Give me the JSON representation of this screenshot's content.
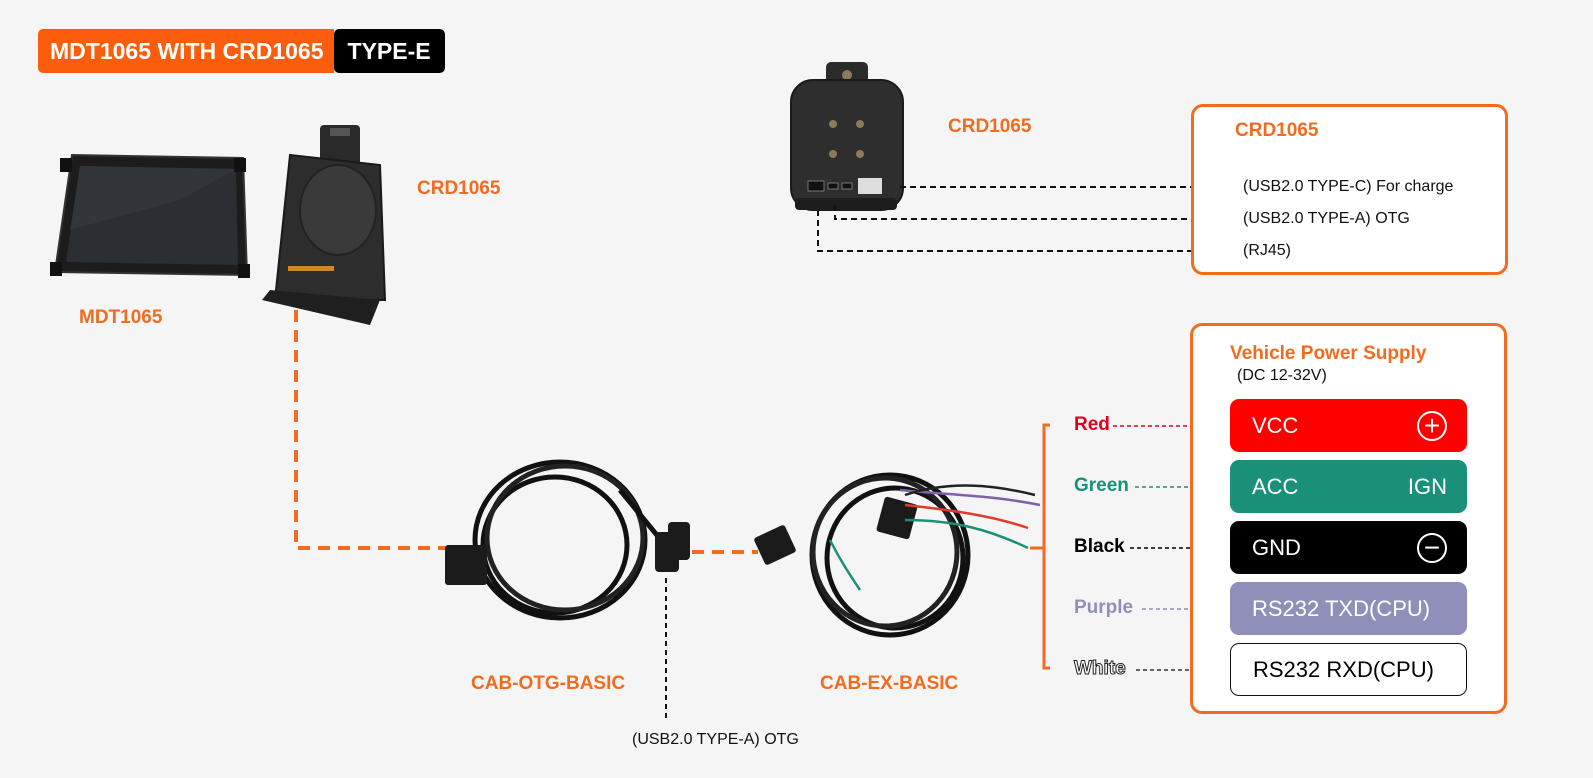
{
  "title": {
    "main": "MDT1065 WITH CRD1065",
    "tag": "TYPE-E"
  },
  "devices": {
    "tablet_label": "MDT1065",
    "cradle_label": "CRD1065",
    "cradle_back_label": "CRD1065",
    "otg_cable_label": "CAB-OTG-BASIC",
    "ex_cable_label": "CAB-EX-BASIC"
  },
  "otg_port_note": "(USB2.0 TYPE-A)  OTG",
  "crd_panel": {
    "title": "CRD1065",
    "ports": [
      {
        "label": "(USB2.0 TYPE-C)  For charge"
      },
      {
        "label": "(USB2.0 TYPE-A)  OTG"
      },
      {
        "label": "(RJ45)"
      }
    ]
  },
  "power_panel": {
    "title": "Vehicle Power Supply",
    "subtitle": "(DC 12-32V)",
    "pins": [
      {
        "wire": "Red",
        "label": "VCC",
        "right": "+",
        "right_type": "symbol",
        "color": "#ff0000",
        "wire_color": "#e3001b"
      },
      {
        "wire": "Green",
        "label": "ACC",
        "right": "IGN",
        "right_type": "text",
        "color": "#1a9078",
        "wire_color": "#1a9078"
      },
      {
        "wire": "Black",
        "label": "GND",
        "right": "−",
        "right_type": "symbol",
        "color": "#000000",
        "wire_color": "#000000"
      },
      {
        "wire": "Purple",
        "label": "RS232 TXD(CPU)",
        "right": "",
        "right_type": "text",
        "color": "#8f8fba",
        "wire_color": "#8f8fba"
      },
      {
        "wire": "White",
        "label": "RS232 RXD(CPU)",
        "right": "",
        "right_type": "text",
        "color": "#ffffff",
        "wire_color": "#ffffff"
      }
    ]
  },
  "colors": {
    "accent": "#f26b1e",
    "title_bg": "#fb5d0c"
  }
}
